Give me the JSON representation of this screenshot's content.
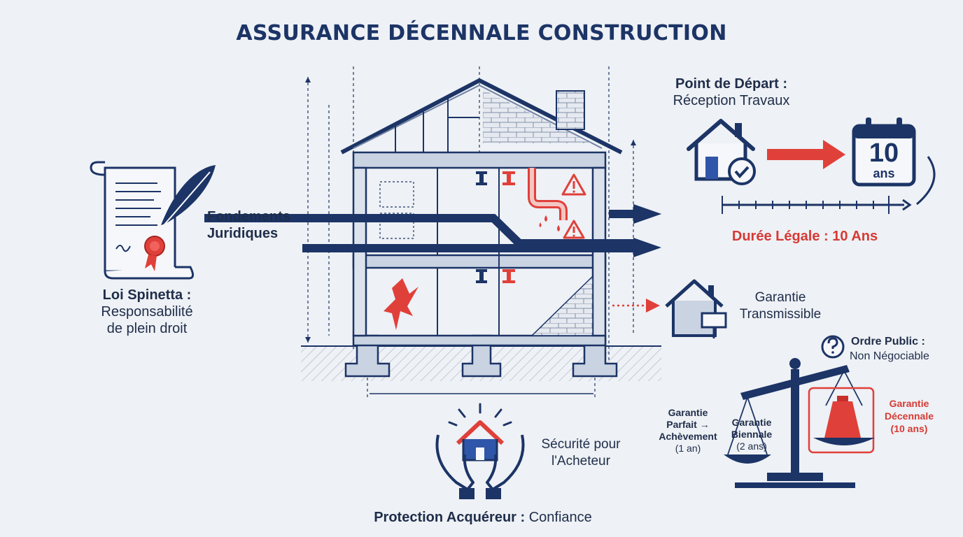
{
  "title": "ASSURANCE DÉCENNALE CONSTRUCTION",
  "loi": {
    "title": "Loi Spinetta :",
    "line1": "Responsabilité",
    "line2": "de plein droit"
  },
  "fondements": {
    "line1": "Fondements",
    "line2": "Juridiques"
  },
  "depart": {
    "title": "Point de Départ :",
    "subtitle": "Réception Travaux"
  },
  "calendar": {
    "number": "10",
    "unit": "ans"
  },
  "duree": "Durée Légale : 10 Ans",
  "transmissible": {
    "line1": "Garantie",
    "line2": "Transmissible"
  },
  "ordre": {
    "title": "Ordre Public :",
    "subtitle": "Non Négociable"
  },
  "parfait": {
    "line1": "Garantie",
    "line2": "Parfait",
    "line3": "Achèvement",
    "line4": "(1 an)",
    "arrow": "→"
  },
  "biennale": {
    "line1": "Garantie",
    "line2": "Biennale",
    "line3": "(2 ans)"
  },
  "decennale": {
    "line1": "Garantie",
    "line2": "Décennale",
    "line3": "(10 ans)"
  },
  "securite": {
    "line1": "Sécurité pour",
    "line2": "l'Acheteur"
  },
  "protection": {
    "bold": "Protection Acquéreur :",
    "rest": " Confiance"
  },
  "colors": {
    "navy": "#1c3466",
    "red": "#e0403a",
    "light": "#c9d3e2"
  }
}
